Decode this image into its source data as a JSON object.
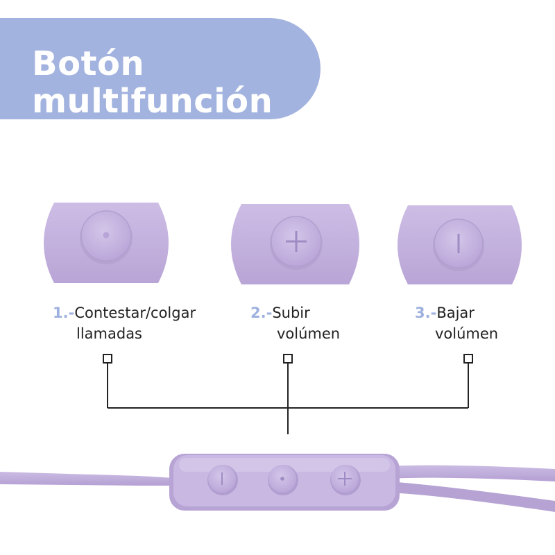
{
  "title": {
    "line1": "Botón",
    "line2": "multifunción"
  },
  "functions": [
    {
      "number": "1.-",
      "line1": "Contestar/colgar",
      "line2": "llamadas",
      "icon": "dot-icon"
    },
    {
      "number": "2.-",
      "line1": "Subir",
      "line2": "volúmen",
      "icon": "plus-icon"
    },
    {
      "number": "3.-",
      "line1": "Bajar",
      "line2": "volúmen",
      "icon": "minus-icon"
    }
  ],
  "remote_buttons": [
    "minus-icon",
    "dot-icon",
    "plus-icon"
  ],
  "colors": {
    "banner": "#a3b3df",
    "number_accent": "#9eb1de",
    "lilac": "#c2b0dd",
    "lilac_dark": "#ad9acb",
    "lilac_light": "#d2c4e8",
    "line": "#222222"
  }
}
